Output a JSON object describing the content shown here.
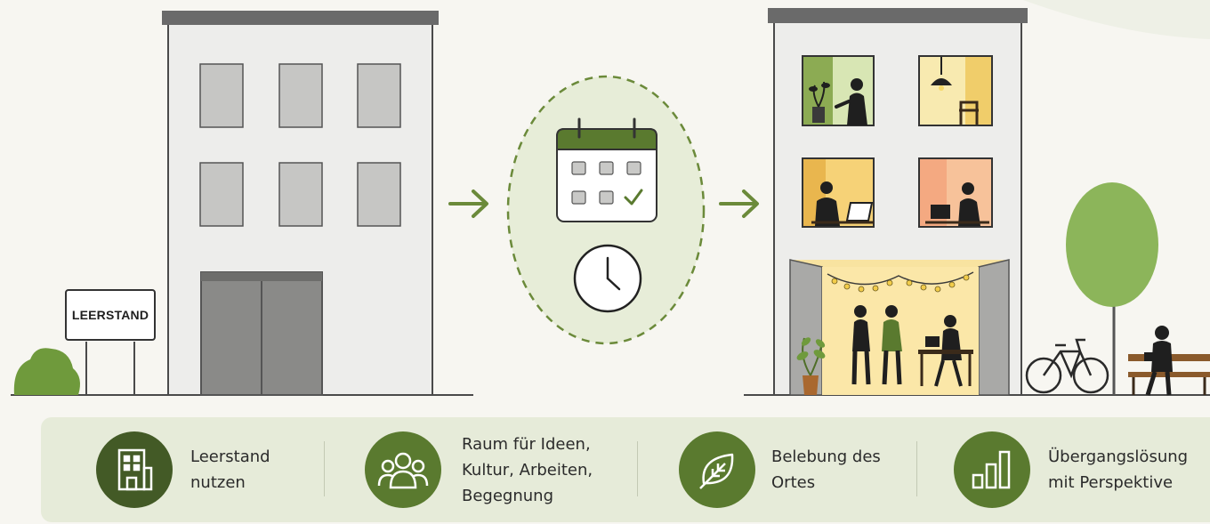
{
  "sign": {
    "label": "LEERSTAND"
  },
  "benefits": [
    {
      "icon": "building-icon",
      "label": "Leerstand\nnutzen"
    },
    {
      "icon": "people-icon",
      "label": "Raum für Ideen,\nKultur, Arbeiten,\nBegegnung"
    },
    {
      "icon": "leaf-icon",
      "label": "Belebung des\nOrtes"
    },
    {
      "icon": "bar-chart-icon",
      "label": "Übergangslösung\nmit Perspektive"
    }
  ],
  "colors": {
    "accent_green": "#5a7a2f",
    "dark_green": "#435a26",
    "panel_bg": "#e6ebd9",
    "building_gray": "#ededeb",
    "window_warm": "#f7e7a6"
  }
}
